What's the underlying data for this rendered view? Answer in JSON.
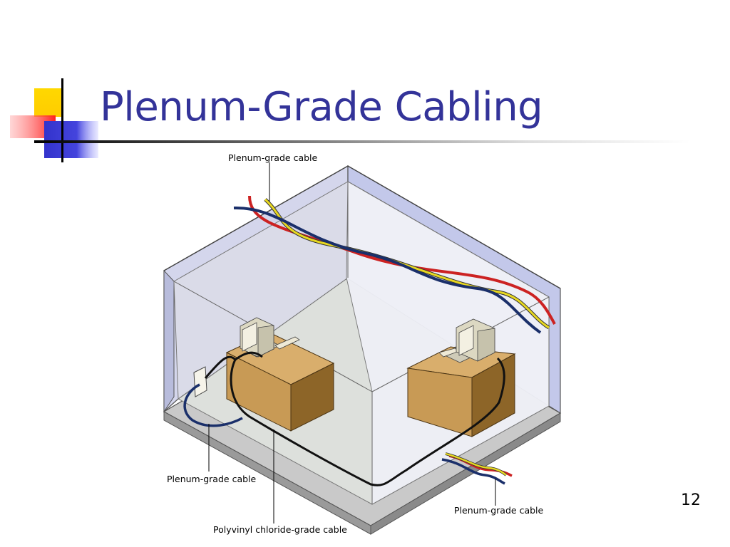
{
  "slide": {
    "title": "Plenum-Grade Cabling",
    "page_number": "12"
  },
  "diagram": {
    "labels": {
      "top": "Plenum-grade cable",
      "left": "Plenum-grade cable",
      "bottom_center": "Polyvinyl chloride-grade cable",
      "bottom_right": "Plenum-grade cable"
    },
    "colors": {
      "cable_red": "#cc2222",
      "cable_yellow": "#e8d820",
      "cable_blue": "#1a2f6a",
      "cable_pvc": "#111111",
      "desk": "#c89a55",
      "wall": "#c8cce8",
      "title": "#333399"
    }
  }
}
